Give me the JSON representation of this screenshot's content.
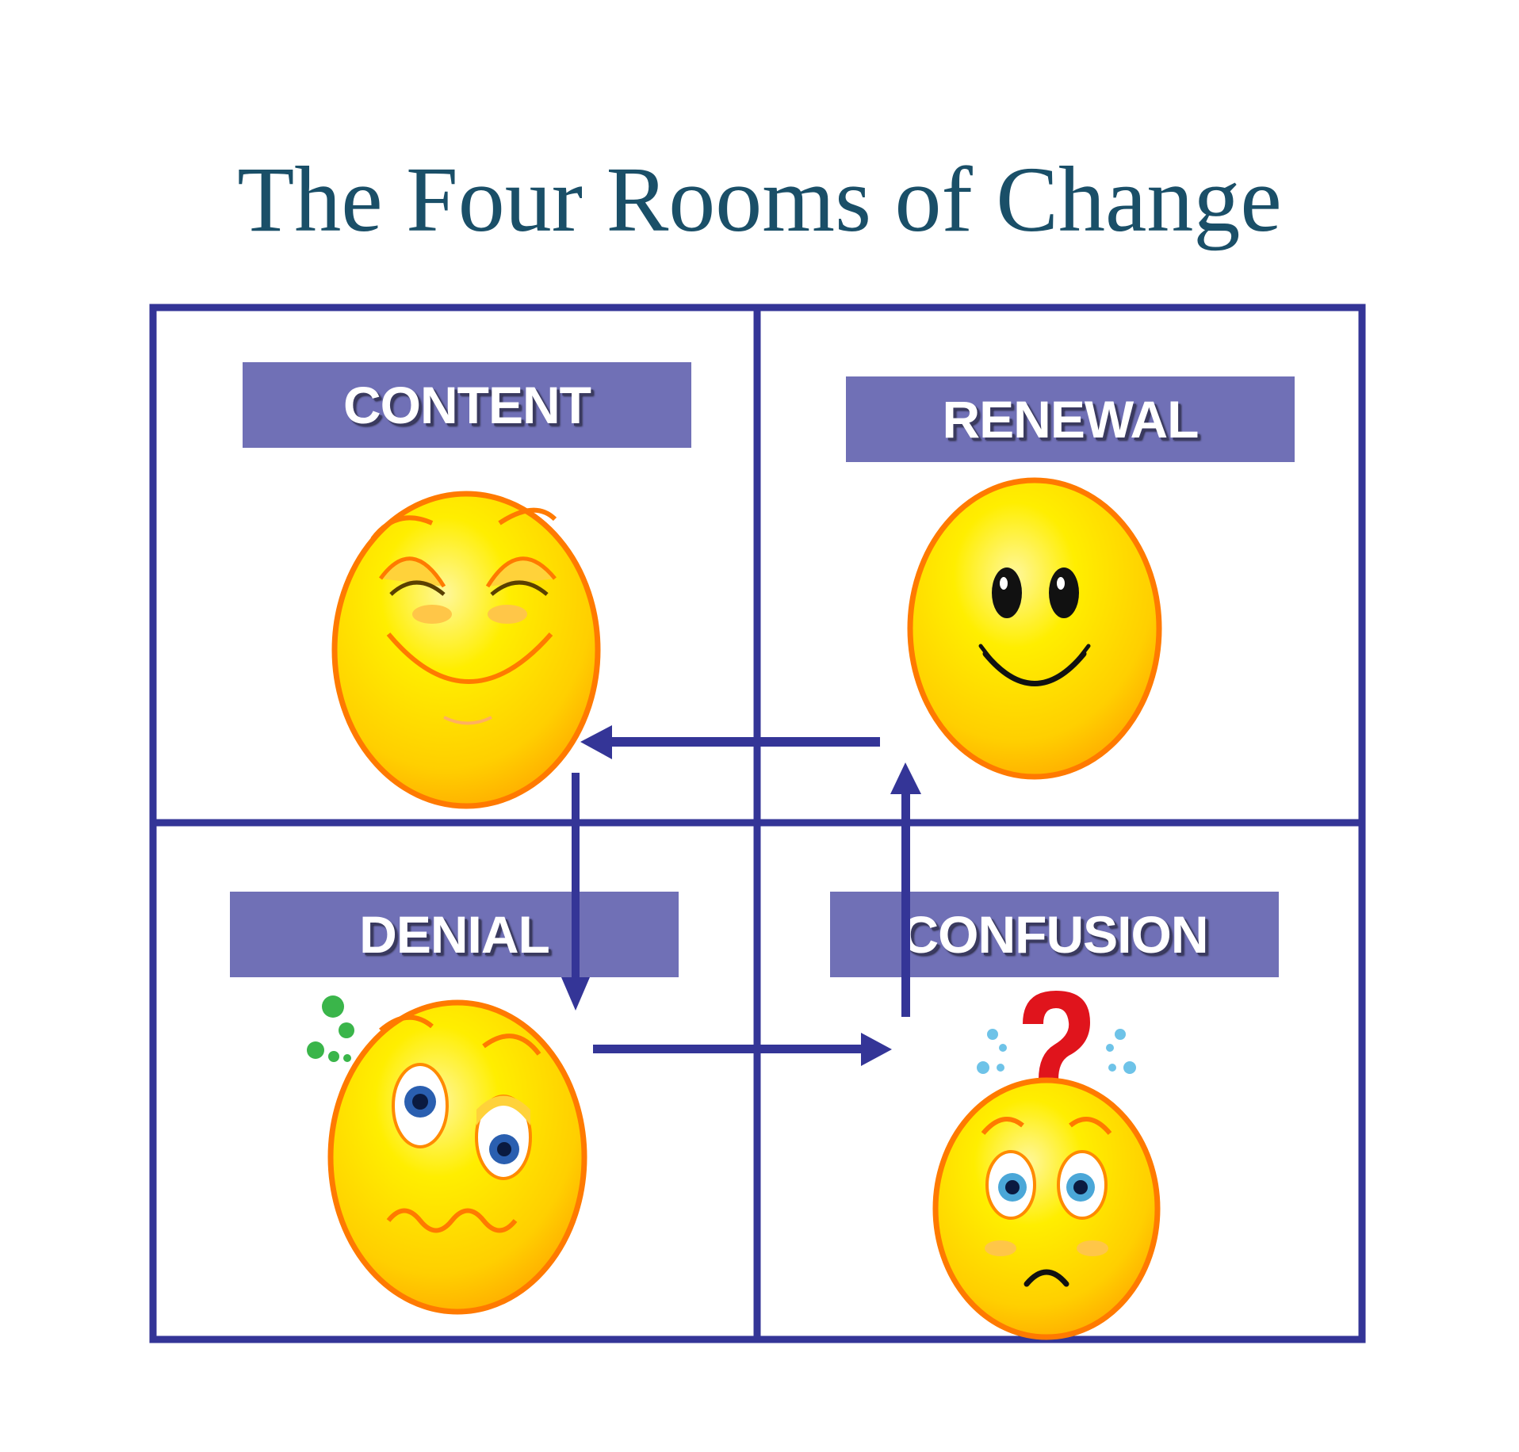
{
  "title": "The Four Rooms of Change",
  "colors": {
    "title": "#1a4f68",
    "frame": "#343597",
    "label_fill": "#7070b6",
    "label_text": "#ffffff",
    "arrow": "#343597",
    "face_yellow": "#ffe100",
    "face_outline": "#ff7a00"
  },
  "rooms": [
    {
      "label": "CONTENT",
      "icon": "content-smiley-icon"
    },
    {
      "label": "RENEWAL",
      "icon": "happy-smiley-icon"
    },
    {
      "label": "DENIAL",
      "icon": "worried-smiley-icon"
    },
    {
      "label": "CONFUSION",
      "icon": "confused-smiley-icon"
    }
  ],
  "flow": [
    {
      "from": "CONTENT",
      "to": "DENIAL"
    },
    {
      "from": "DENIAL",
      "to": "CONFUSION"
    },
    {
      "from": "CONFUSION",
      "to": "RENEWAL"
    },
    {
      "from": "RENEWAL",
      "to": "CONTENT"
    }
  ]
}
